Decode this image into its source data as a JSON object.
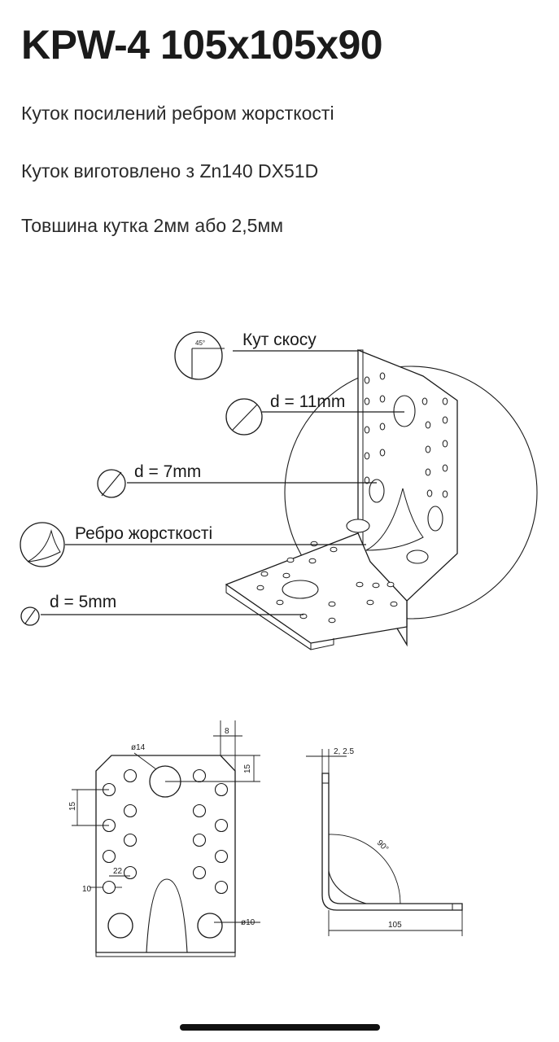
{
  "title": "KPW-4 105x105x90",
  "descriptions": [
    "Куток посилений ребром жорсткості",
    "Куток виготовлено з Zn140 DX51D",
    "Товшина кутка 2мм або 2,5мм"
  ],
  "callouts": {
    "bevel_angle": "Кут скосу",
    "bevel_degrees": "45°",
    "hole_11": "d = 11mm",
    "hole_7": "d = 7mm",
    "rib": "Ребро жорсткості",
    "hole_5": "d = 5mm"
  },
  "drawing_front": {
    "dim_top_chamfer": "8",
    "dim_top_offset": "15",
    "dim_big_hole": "ø14",
    "dim_left_spacing": "15",
    "dim_22": "22",
    "dim_10": "10",
    "dim_bottom_hole": "ø10"
  },
  "drawing_side": {
    "dim_thickness": "2, 2.5",
    "dim_angle": "90°",
    "dim_length": "105"
  }
}
